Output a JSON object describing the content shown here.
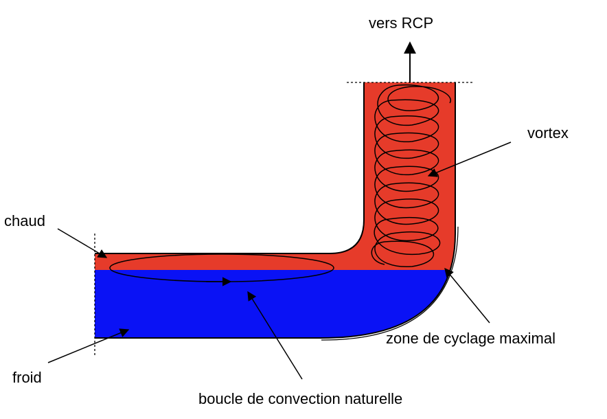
{
  "labels": {
    "top": "vers RCP",
    "vortex": "vortex",
    "hot": "chaud",
    "cold": "froid",
    "cycling": "zone de cyclage maximal",
    "loop": "boucle de convection naturelle"
  },
  "colors": {
    "hot": "#e63b2a",
    "cold": "#0a12f5",
    "outline": "#000000"
  }
}
